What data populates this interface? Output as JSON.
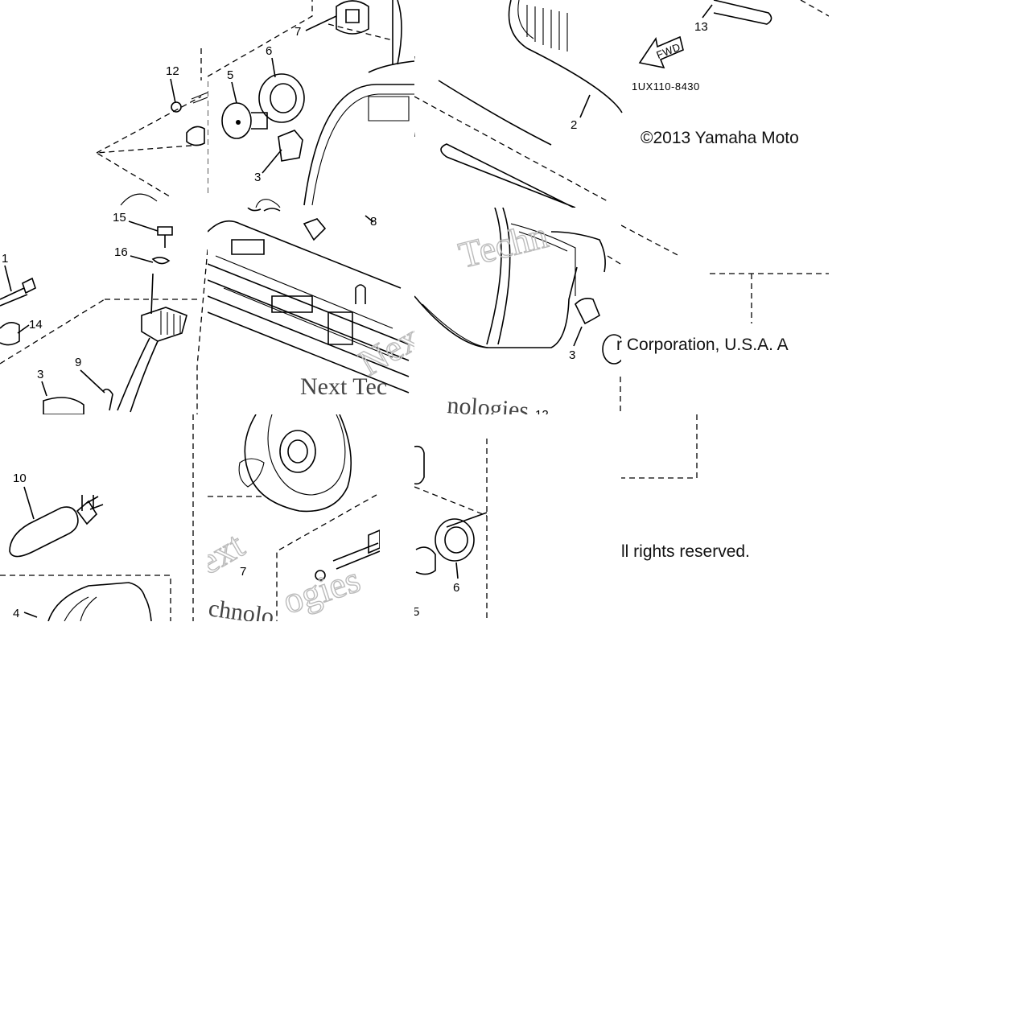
{
  "copyright": {
    "line1": "©2013 Yamaha Moto",
    "line2": "r Corporation, U.S.A. A",
    "line3": "ll rights reserved."
  },
  "diagram": {
    "code": "1UX110-8430",
    "fwd_label": "FWD",
    "watermark": {
      "techn": "Techn",
      "next_tec": "Next Tec",
      "nologies": "nologies",
      "ext": "ext",
      "chnolo": "chnolo",
      "ogies": "ogies"
    },
    "callouts": {
      "p1": "1",
      "p2": "2",
      "p3": "3",
      "p4": "4",
      "p5": "5",
      "p6": "6",
      "p7": "7",
      "p8": "8",
      "p9": "9",
      "p10": "10",
      "p12": "12",
      "p13": "13",
      "p14": "14",
      "p15": "15",
      "p16": "16"
    }
  }
}
